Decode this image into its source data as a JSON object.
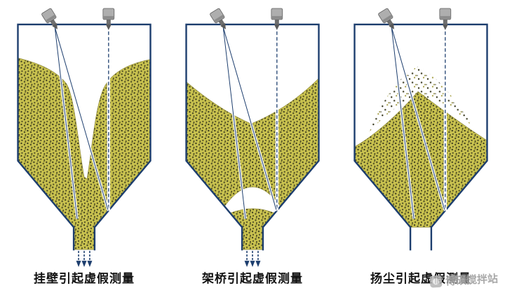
{
  "diagrams": [
    {
      "label": "挂壁引起虚假测量"
    },
    {
      "label": "架桥引起虚假测量"
    },
    {
      "label": "扬尘引起虚假测量"
    }
  ],
  "watermark": {
    "text": "博硕搅拌站"
  },
  "colors": {
    "outline": "#1d3e6e",
    "material": "#c9c24f",
    "speckle": "#35351a",
    "sensor_body": "#aeaeae",
    "sensor_dark": "#6e6e6e",
    "arrow": "#1d3e6e",
    "label": "#111111",
    "watermark": "#9b9b9b",
    "background": "#ffffff"
  }
}
